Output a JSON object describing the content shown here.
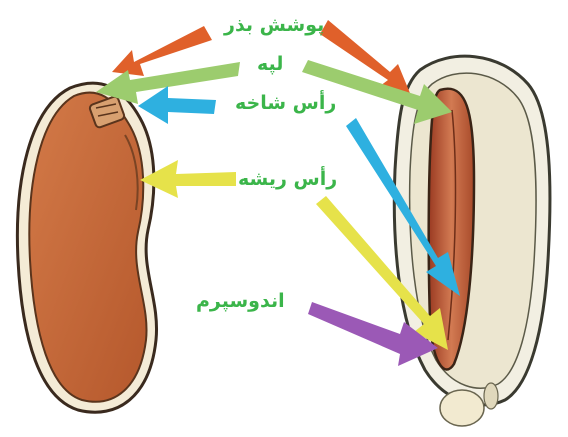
{
  "diagram": {
    "labels": {
      "seed_coat": "پوشش بذر",
      "cotyledon": "لپه",
      "shoot_tip": "رأس شاخه",
      "root_tip": "رأس ریشه",
      "endosperm": "اندوسپرم"
    },
    "colors": {
      "label_text": "#3bb54a",
      "arrow_seed_coat": "#e0602a",
      "arrow_cotyledon": "#9ccc6e",
      "arrow_shoot_tip": "#2eb0e0",
      "arrow_root_tip": "#e6e24a",
      "arrow_endosperm": "#9b59b6",
      "seed_fill": "#c8693a",
      "seed_outline": "#3a2a1e",
      "grain_coat": "#f2efe2"
    }
  }
}
